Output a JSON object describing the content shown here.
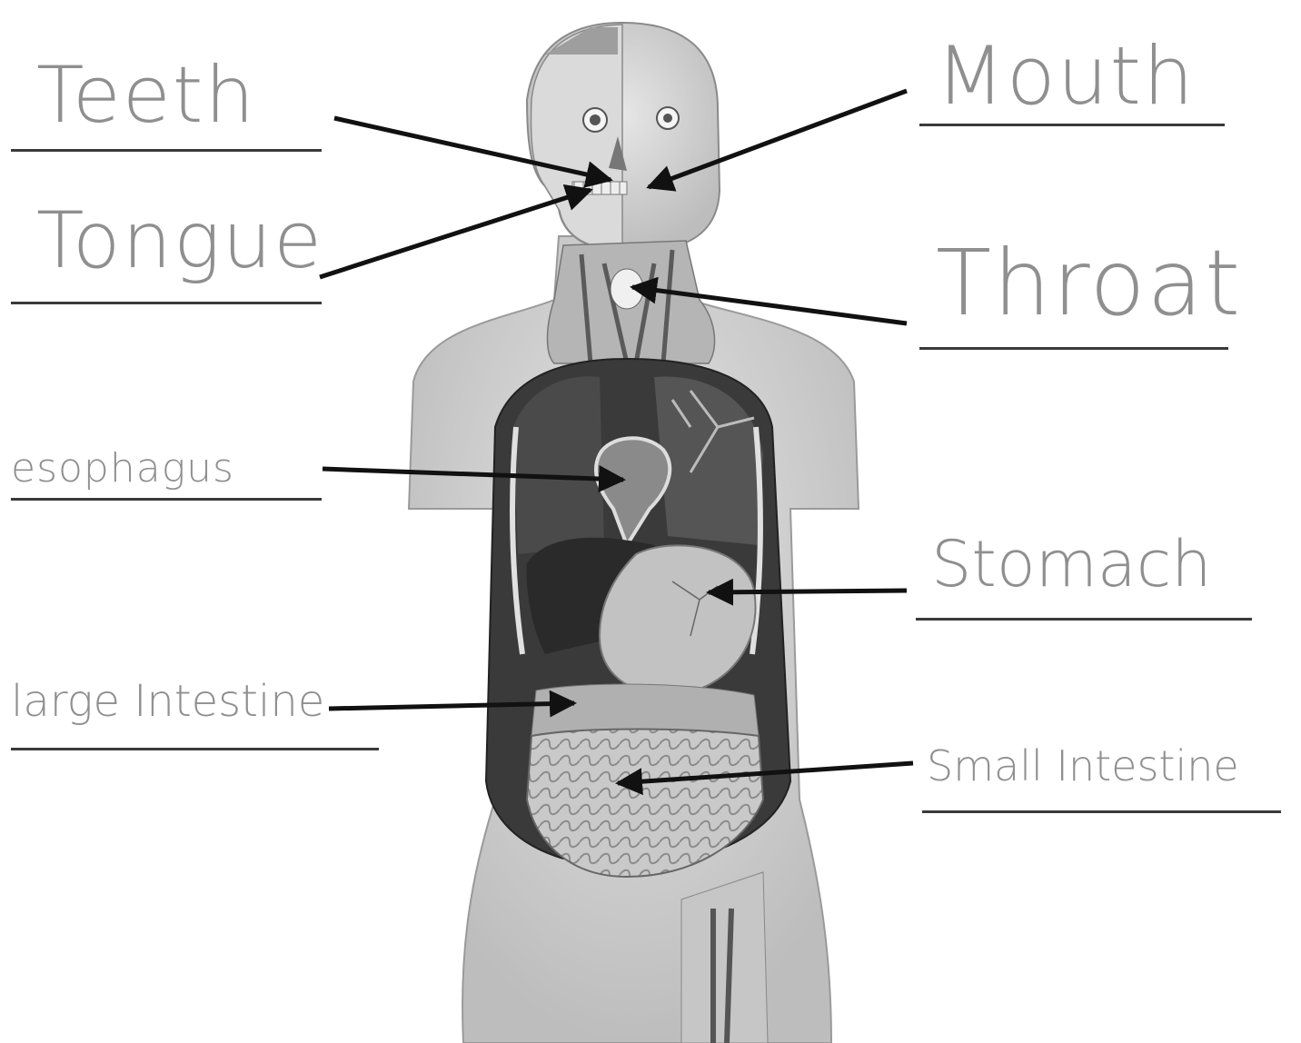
{
  "labels": {
    "teeth": "Teeth",
    "tongue": "Tongue",
    "esophagus": "esophagus",
    "large_intestine": "large Intestine",
    "mouth": "Mouth",
    "throat": "Throat",
    "stomach": "Stomach",
    "small_intestine": "Small Intestine"
  },
  "colors": {
    "background": "#ffffff",
    "handwriting": "#8f8f8f",
    "rule_line": "#3a3a3a",
    "arrow": "#111111",
    "model_body": "#cfcfcf",
    "organ_dark": "#3a3a3a"
  }
}
